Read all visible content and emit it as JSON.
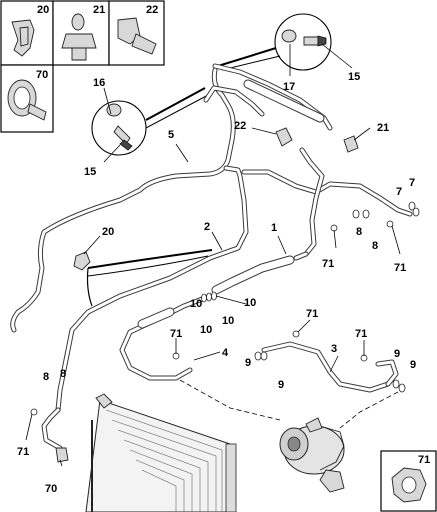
{
  "insets": {
    "i20": "20",
    "i21": "21",
    "i22": "22",
    "i70": "70",
    "i71": "71"
  },
  "labels": {
    "l1": "1",
    "l2": "2",
    "l3": "3",
    "l4": "4",
    "l5": "5",
    "l15a": "15",
    "l15b": "15",
    "l16": "16",
    "l17": "17",
    "l20": "20",
    "l21": "21",
    "l22": "22",
    "l7a": "7",
    "l7b": "7",
    "l8a": "8",
    "l8b": "8",
    "l8c": "8",
    "l8d": "8",
    "l9a": "9",
    "l9b": "9",
    "l9c": "9",
    "l9d": "9",
    "l10a": "10",
    "l10b": "10",
    "l10c": "10",
    "l10d": "10",
    "l71a": "71",
    "l71b": "71",
    "l71c": "71",
    "l71d": "71",
    "l71e": "71",
    "l71f": "71",
    "l70": "70"
  }
}
